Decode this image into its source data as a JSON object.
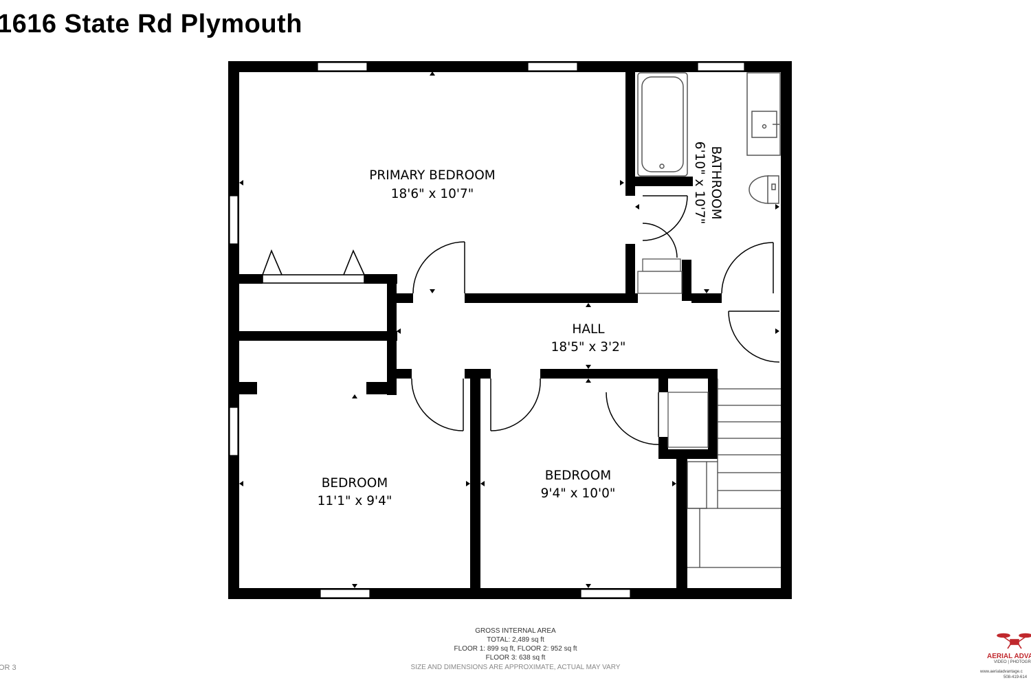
{
  "title": "1616 State Rd Plymouth",
  "rooms": {
    "primary_bedroom": {
      "name": "PRIMARY BEDROOM",
      "dims": "18'6\" x 10'7\""
    },
    "bathroom": {
      "name": "BATHROOM",
      "dims": "6'10\" x 10'7\""
    },
    "hall": {
      "name": "HALL",
      "dims": "18'5\" x 3'2\""
    },
    "bedroom_left": {
      "name": "BEDROOM",
      "dims": "11'1\" x 9'4\""
    },
    "bedroom_right": {
      "name": "BEDROOM",
      "dims": "9'4\" x 10'0\""
    }
  },
  "footer": {
    "heading": "GROSS INTERNAL AREA",
    "total": "TOTAL: 2,489 sq ft",
    "floors_1_2": "FLOOR 1: 899 sq ft, FLOOR 2: 952 sq ft",
    "floor_3": "FLOOR 3: 638 sq ft",
    "disclaimer": "SIZE AND DIMENSIONS ARE APPROXIMATE, ACTUAL MAY VARY"
  },
  "floor_label": "OR 3",
  "logo": {
    "name": "AERIAL ADVAN",
    "tagline": "VIDEO | PHOTOGR",
    "website": "www.aerialadvantage.c",
    "phone": "508-419-614"
  },
  "colors": {
    "wall": "#000000",
    "background": "#ffffff",
    "fixture": "#555555",
    "logo_red": "#c0282d"
  }
}
